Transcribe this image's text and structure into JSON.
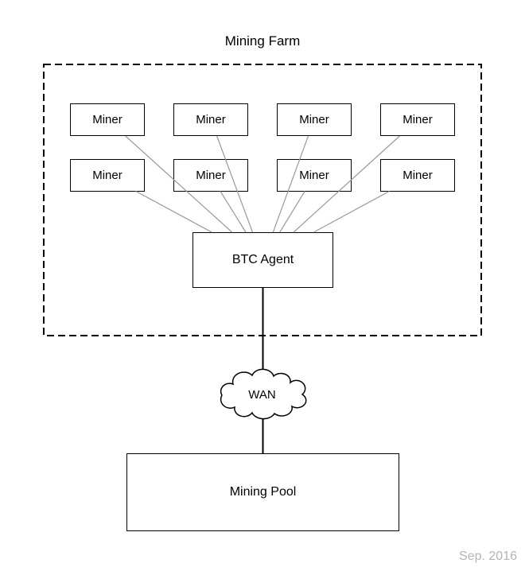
{
  "diagram_title": "Mining Farm",
  "farm": {
    "miners": [
      "Miner",
      "Miner",
      "Miner",
      "Miner",
      "Miner",
      "Miner",
      "Miner",
      "Miner"
    ],
    "agent_label": "BTC Agent"
  },
  "wan_label": "WAN",
  "pool_label": "Mining Pool",
  "date_note": "Sep. 2016",
  "colors": {
    "shape_stroke": "#000000",
    "connector_gray": "#999999",
    "cloud_fill": "#ffffff",
    "muted_text": "#b4b4b4",
    "background": "#ffffff"
  }
}
